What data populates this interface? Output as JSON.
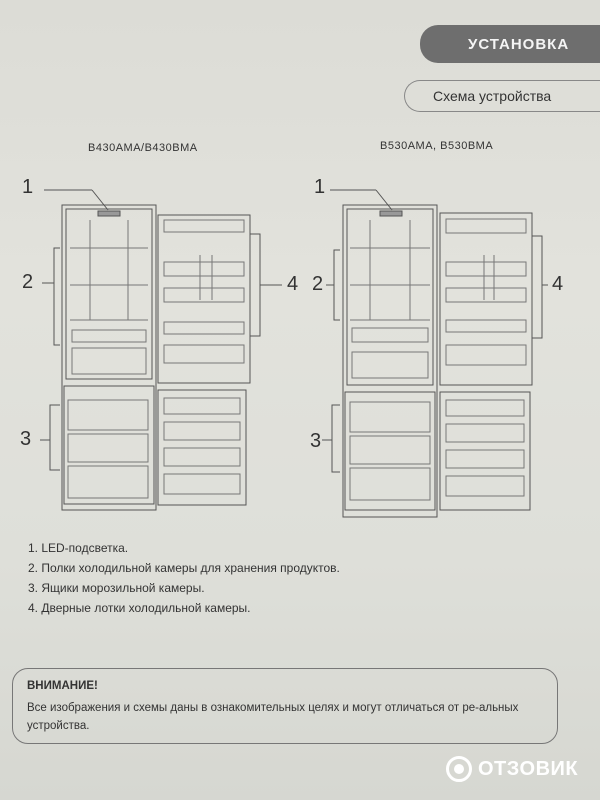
{
  "header": {
    "section_title": "УСТАНОВКА",
    "subtitle": "Схема устройства"
  },
  "models": {
    "left": "B430AMA/B430BMA",
    "right": "B530AMA, B530BMA"
  },
  "callouts": {
    "n1": "1",
    "n2": "2",
    "n3": "3",
    "n4": "4"
  },
  "legend": [
    "1. LED-подсветка.",
    "2. Полки холодильной камеры для хранения продуктов.",
    "3. Ящики морозильной камеры.",
    "4. Дверные лотки холодильной камеры."
  ],
  "warning": {
    "title": "ВНИМАНИЕ!",
    "text": "Все изображения и схемы даны в ознакомительных целях и могут отличаться от ре-альных устройства."
  },
  "watermark": {
    "text": "ОТЗОВИК"
  }
}
